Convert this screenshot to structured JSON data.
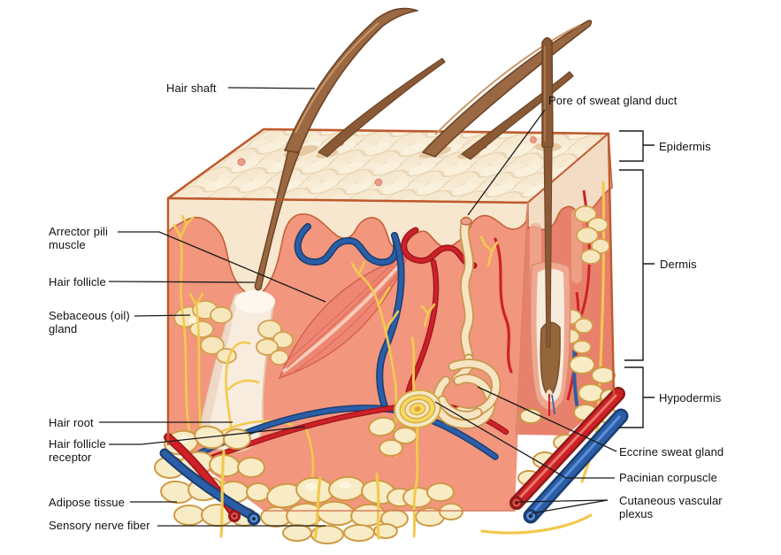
{
  "figure": {
    "name": "Layers of skin cross-section diagram",
    "labels": [
      {
        "id": "hair-shaft",
        "text": "Hair shaft"
      },
      {
        "id": "arrector-pili-muscle",
        "text": "Arrector pili muscle"
      },
      {
        "id": "hair-follicle",
        "text": "Hair follicle"
      },
      {
        "id": "sebaceous-oil-gland",
        "text": "Sebaceous (oil) gland"
      },
      {
        "id": "hair-root",
        "text": "Hair root"
      },
      {
        "id": "hair-follicle-receptor",
        "text": "Hair follicle receptor"
      },
      {
        "id": "adipose-tissue",
        "text": "Adipose tissue"
      },
      {
        "id": "sensory-nerve-fiber",
        "text": "Sensory nerve fiber"
      },
      {
        "id": "pore-of-sweat-gland-duct",
        "text": "Pore of sweat gland duct"
      },
      {
        "id": "epidermis",
        "text": "Epidermis"
      },
      {
        "id": "dermis",
        "text": "Dermis"
      },
      {
        "id": "hypodermis",
        "text": "Hypodermis"
      },
      {
        "id": "eccrine-sweat-gland",
        "text": "Eccrine sweat gland"
      },
      {
        "id": "pacinian-corpuscle",
        "text": "Pacinian corpuscle"
      },
      {
        "id": "cutaneous-vascular-plexus",
        "text": "Cutaneous vascular plexus"
      }
    ],
    "colors": {
      "background": "#ffffff",
      "label_text": "#111111",
      "leader_line": "#1a1a1a",
      "epidermis_cream": "#F8E7CF",
      "top_face_cream": "#F8ECD7",
      "dermis_front": "#F2967D",
      "dermis_side": "#E8816B",
      "outline_orange": "#BE5A2E",
      "hair_brown": "#9A6843",
      "artery_red": "#CE2127",
      "vein_blue": "#2B5EA7",
      "nerve_yellow": "#F2C94E",
      "adipose_cream": "#F8ECC6",
      "adipose_outline": "#CE9A44"
    }
  }
}
